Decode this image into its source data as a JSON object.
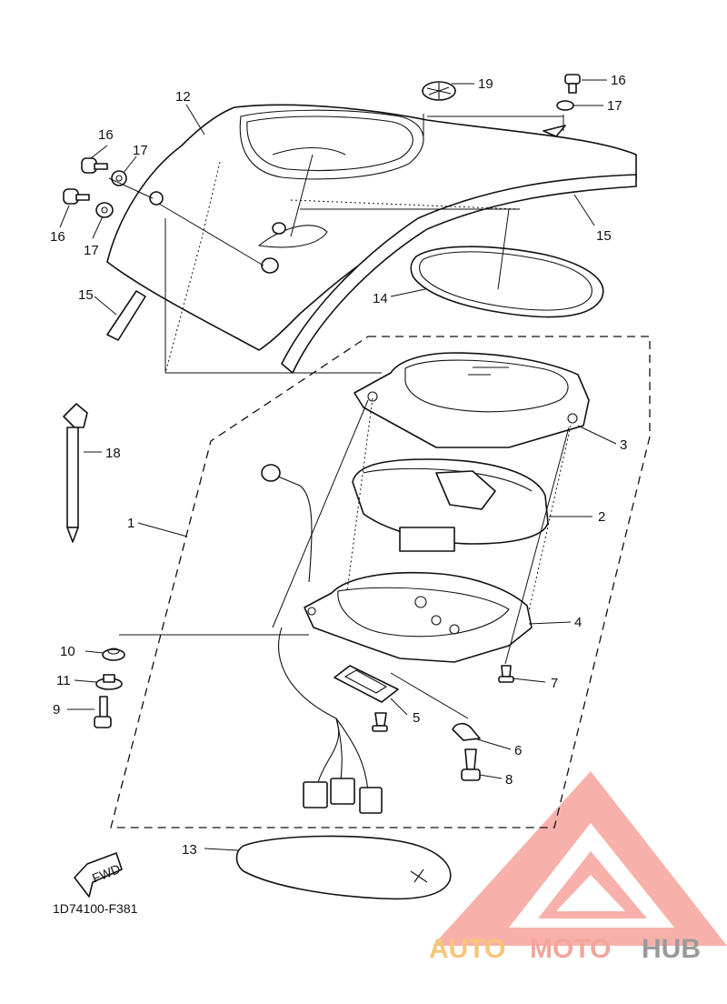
{
  "diagram_code": "1D74100-F381",
  "fwd_label": "FWD",
  "watermark": {
    "part1": "AUTO",
    "part2": "MOTO",
    "part3": "HUB",
    "colors": {
      "auto": "#f6c67a",
      "moto": "#f4a59c",
      "hub": "#9a9a9a",
      "logo": "#f48a80"
    }
  },
  "callouts": [
    {
      "id": "1",
      "text": "1"
    },
    {
      "id": "2",
      "text": "2"
    },
    {
      "id": "3",
      "text": "3"
    },
    {
      "id": "4",
      "text": "4"
    },
    {
      "id": "5",
      "text": "5"
    },
    {
      "id": "6",
      "text": "6"
    },
    {
      "id": "7",
      "text": "7"
    },
    {
      "id": "8",
      "text": "8"
    },
    {
      "id": "9",
      "text": "9"
    },
    {
      "id": "10",
      "text": "10"
    },
    {
      "id": "11",
      "text": "11"
    },
    {
      "id": "12",
      "text": "12"
    },
    {
      "id": "13",
      "text": "13"
    },
    {
      "id": "14",
      "text": "14"
    },
    {
      "id": "15a",
      "text": "15"
    },
    {
      "id": "15b",
      "text": "15"
    },
    {
      "id": "16a",
      "text": "16"
    },
    {
      "id": "16b",
      "text": "16"
    },
    {
      "id": "16c",
      "text": "16"
    },
    {
      "id": "17a",
      "text": "17"
    },
    {
      "id": "17b",
      "text": "17"
    },
    {
      "id": "17c",
      "text": "17"
    },
    {
      "id": "18",
      "text": "18"
    },
    {
      "id": "19",
      "text": "19"
    }
  ]
}
